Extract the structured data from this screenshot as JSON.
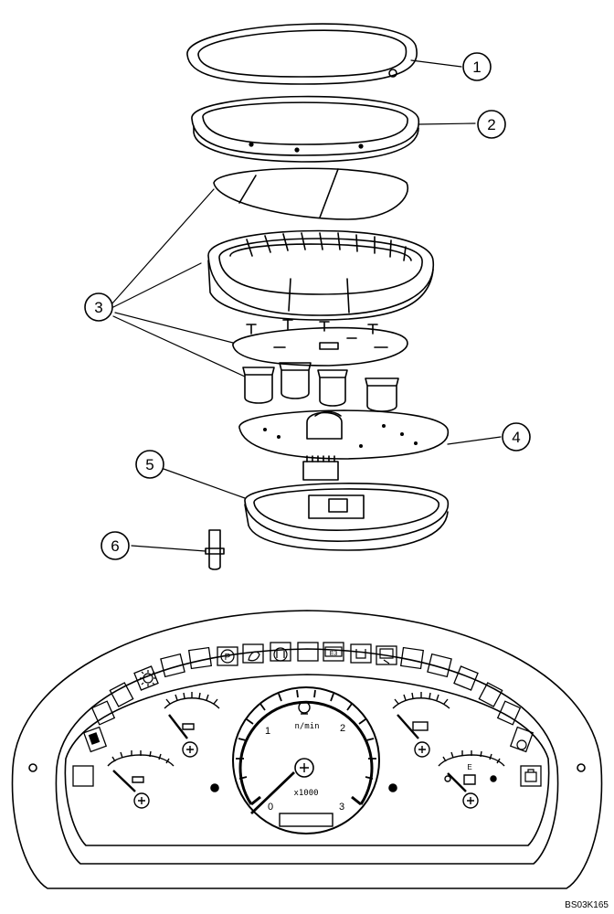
{
  "callouts": [
    "1",
    "2",
    "3",
    "4",
    "5",
    "6"
  ],
  "tachometer": {
    "ticks": [
      "0",
      "1",
      "2",
      "3"
    ],
    "unit": "n/min",
    "multiplier": "x1000"
  },
  "warning_icons": [
    "P",
    "E3"
  ],
  "fuel_letter": "E",
  "reference_code": "BS03K165"
}
